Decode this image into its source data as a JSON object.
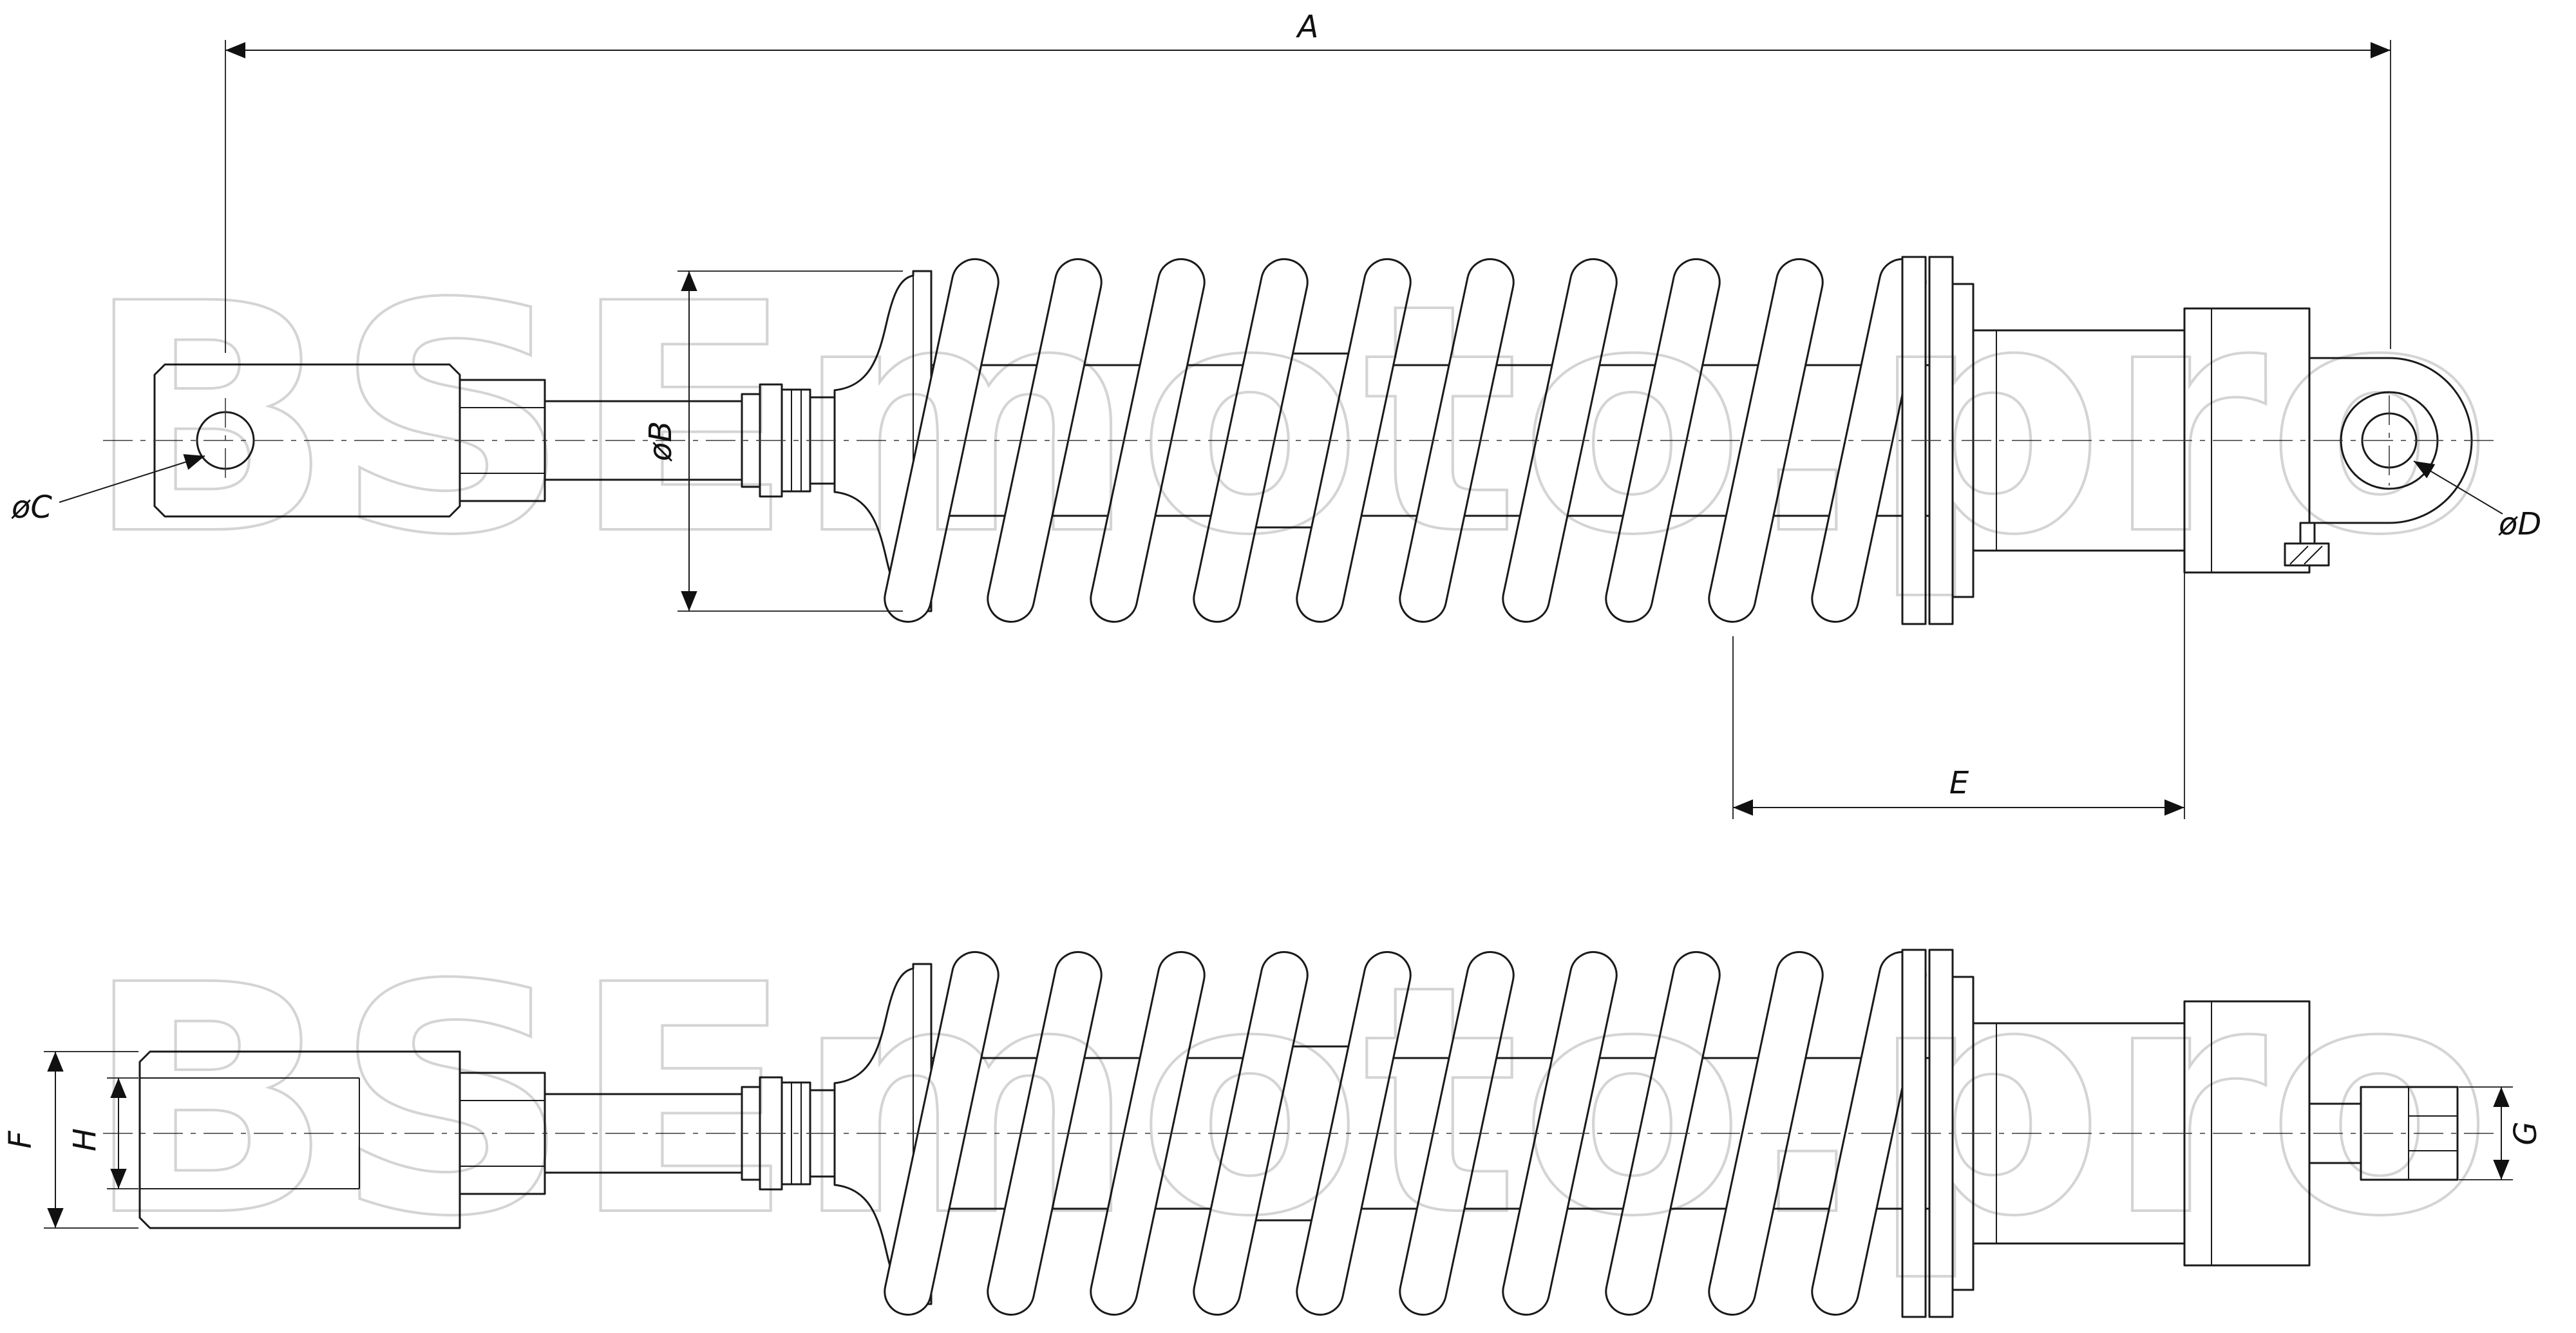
{
  "drawing": {
    "watermark": "BSEmoto.pro",
    "dimensions": {
      "A": "A",
      "B": "øB",
      "C": "øC",
      "D": "øD",
      "E": "E",
      "F": "F",
      "G": "G",
      "H": "H"
    }
  }
}
